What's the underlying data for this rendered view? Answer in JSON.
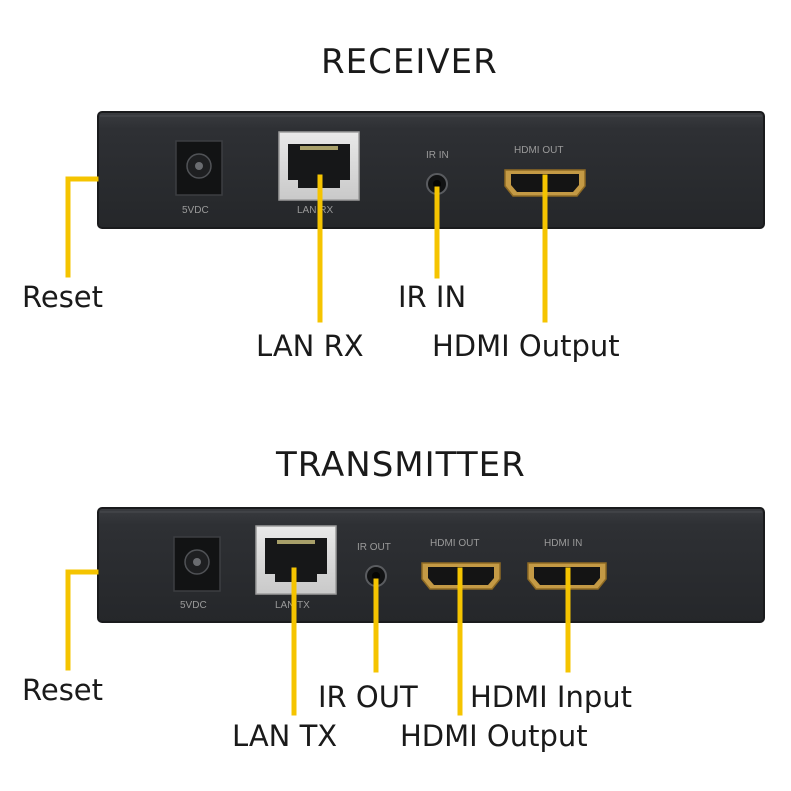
{
  "receiver": {
    "title": "RECEIVER",
    "panel_labels": {
      "power": "5VDC",
      "lan": "LAN RX",
      "ir": "IR IN",
      "hdmi_out": "HDMI OUT"
    },
    "callouts": {
      "reset": "Reset",
      "lan": "LAN RX",
      "ir": "IR IN",
      "hdmi_out": "HDMI Output"
    }
  },
  "transmitter": {
    "title": "TRANSMITTER",
    "panel_labels": {
      "power": "5VDC",
      "lan": "LAN TX",
      "ir": "IR OUT",
      "hdmi_out": "HDMI OUT",
      "hdmi_in": "HDMI IN"
    },
    "callouts": {
      "reset": "Reset",
      "ir": "IR OUT",
      "hdmi_in": "HDMI Input",
      "lan": "LAN TX",
      "hdmi_out": "HDMI Output"
    }
  },
  "colors": {
    "leader": "#f5c400",
    "device": "#2c2e31",
    "device_edge": "#1c1d1f",
    "label_text": "#1a1a1a"
  }
}
